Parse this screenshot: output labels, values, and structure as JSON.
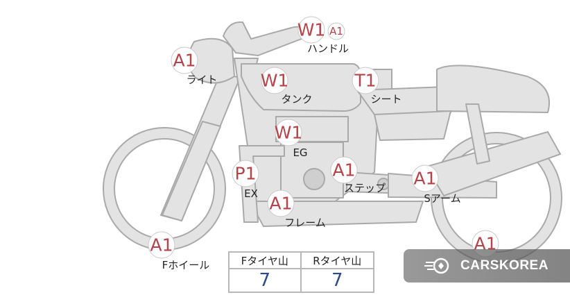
{
  "parts": [
    {
      "id": "handle",
      "code_main": "W1",
      "code_sub": "A1",
      "label": "ハンドル"
    },
    {
      "id": "light",
      "code": "A1",
      "label": "ライト"
    },
    {
      "id": "tank",
      "code": "W1",
      "label": "タンク"
    },
    {
      "id": "seat",
      "code": "T1",
      "label": "シート"
    },
    {
      "id": "engine",
      "code": "W1",
      "label": "EG"
    },
    {
      "id": "exhaust",
      "code": "P1",
      "label": "EX"
    },
    {
      "id": "step",
      "code": "A1",
      "label": "ステップ"
    },
    {
      "id": "swing-arm",
      "code": "A1",
      "label": "Sアーム"
    },
    {
      "id": "frame",
      "code": "A1",
      "label": "フレーム"
    },
    {
      "id": "front-wheel",
      "code": "A1",
      "label": "Fホイール"
    },
    {
      "id": "rear-wheel",
      "code": "A1",
      "label": ""
    }
  ],
  "tread": {
    "front_label": "Fタイヤ山",
    "rear_label": "Rタイヤ山",
    "front_value": "7",
    "rear_value": "7"
  },
  "watermark": {
    "text": "CARSKOREA"
  },
  "colors": {
    "code": "#b5434a",
    "tread_value": "#2d4a86",
    "part_fill": "#e3e3e3",
    "part_stroke": "#a9a9a9"
  }
}
